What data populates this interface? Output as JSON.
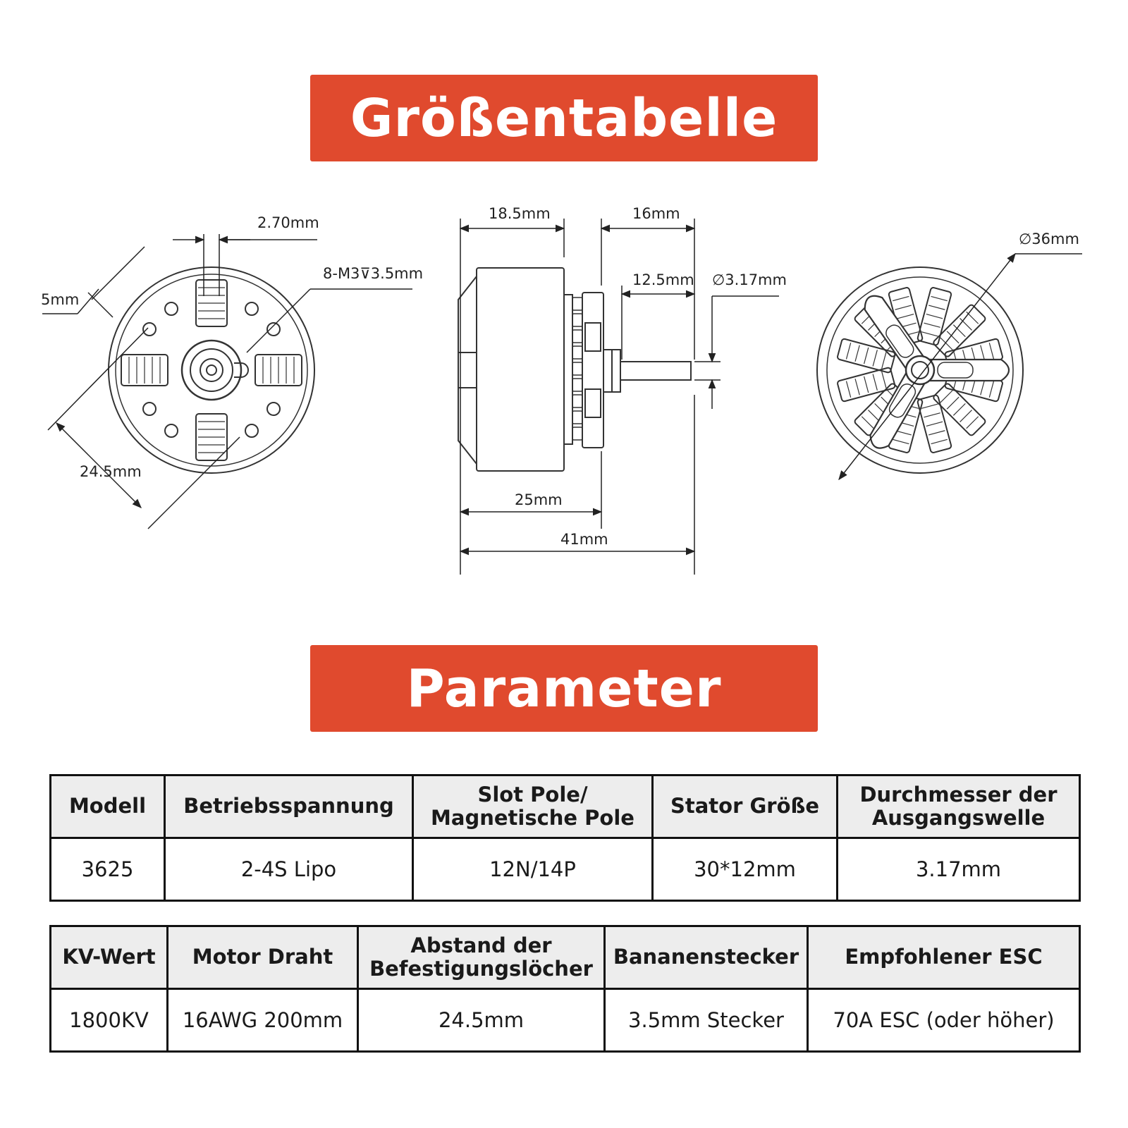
{
  "banners": {
    "size_chart": "Größentabelle",
    "parameters": "Parameter"
  },
  "dimensions": {
    "front": {
      "shaft_slot": "2.70mm",
      "slot_depth": "5mm",
      "mount_screws": "8-M3⊽3.5mm",
      "hole_spacing": "24.5mm"
    },
    "side": {
      "body_length": "18.5mm",
      "shaft_length": "16mm",
      "shaft_exposed": "12.5mm",
      "shaft_diameter": "∅3.17mm",
      "base_to_mount": "25mm",
      "total_length": "41mm"
    },
    "rear": {
      "outer_diameter": "∅36mm"
    }
  },
  "table1": {
    "headers": [
      "Modell",
      "Betriebsspannung",
      "Slot Pole/ Magnetische Pole",
      "Stator Größe",
      "Durchmesser der Ausgangswelle"
    ],
    "values": [
      "3625",
      "2-4S Lipo",
      "12N/14P",
      "30*12mm",
      "3.17mm"
    ]
  },
  "table2": {
    "headers": [
      "KV-Wert",
      "Motor Draht",
      "Abstand der Befestigungslöcher",
      "Bananenstecker",
      "Empfohlener ESC"
    ],
    "values": [
      "1800KV",
      "16AWG 200mm",
      "24.5mm",
      "3.5mm Stecker",
      "70A ESC (oder höher)"
    ]
  },
  "colors": {
    "banner": "#e04a2e",
    "header_bg": "#ededed",
    "line": "#222222"
  }
}
